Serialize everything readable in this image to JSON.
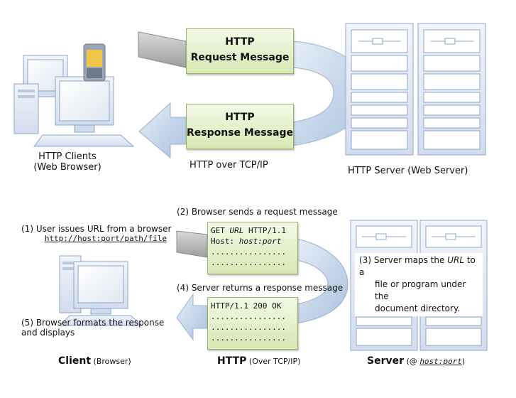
{
  "top": {
    "request_title_1": "HTTP",
    "request_title_2": "Request Message",
    "response_title_1": "HTTP",
    "response_title_2": "Response Message",
    "client_label_1": "HTTP Clients",
    "client_label_2": "(Web Browser)",
    "transport_label": "HTTP over TCP/IP",
    "server_label": "HTTP Server (Web Server)"
  },
  "bottom": {
    "step1_line1": "(1) User issues URL from a browser",
    "step1_url": "http://host:port/path/file",
    "step2": "(2) Browser sends a request message",
    "request_lines": {
      "get_prefix": "GET ",
      "get_url": "URL",
      "get_suffix": " HTTP/1.1",
      "host_prefix": "Host: ",
      "host_value": "host:port",
      "dots1": "................",
      "dots2": "................"
    },
    "step3_line1": "(3) Server maps the ",
    "step3_url": "URL",
    "step3_line1_end": " to a",
    "step3_line2": "file or program under the",
    "step3_line3": "document directory.",
    "step4": "(4) Server returns a response message",
    "response_lines": {
      "status": "HTTP/1.1 200 OK",
      "dots1": "................",
      "dots2": "................",
      "dots3": "................"
    },
    "step5_line1": "(5) Browser formats the response",
    "step5_line2": "and displays",
    "client_bold": "Client",
    "client_rest": " (Browser)",
    "http_bold": "HTTP",
    "http_rest": " (Over TCP/IP)",
    "server_bold": "Server",
    "server_rest_1": " (@ ",
    "server_rest_host": "host:port",
    "server_rest_2": ")"
  },
  "colors": {
    "box_fill": "#dbe9bf",
    "box_border": "#9bb56a",
    "arrow_fill": "#c6d7ea",
    "arrow_grey": "#bfbfbf",
    "server_fill": "#dde6f2",
    "server_stroke": "#8ea7c8"
  }
}
